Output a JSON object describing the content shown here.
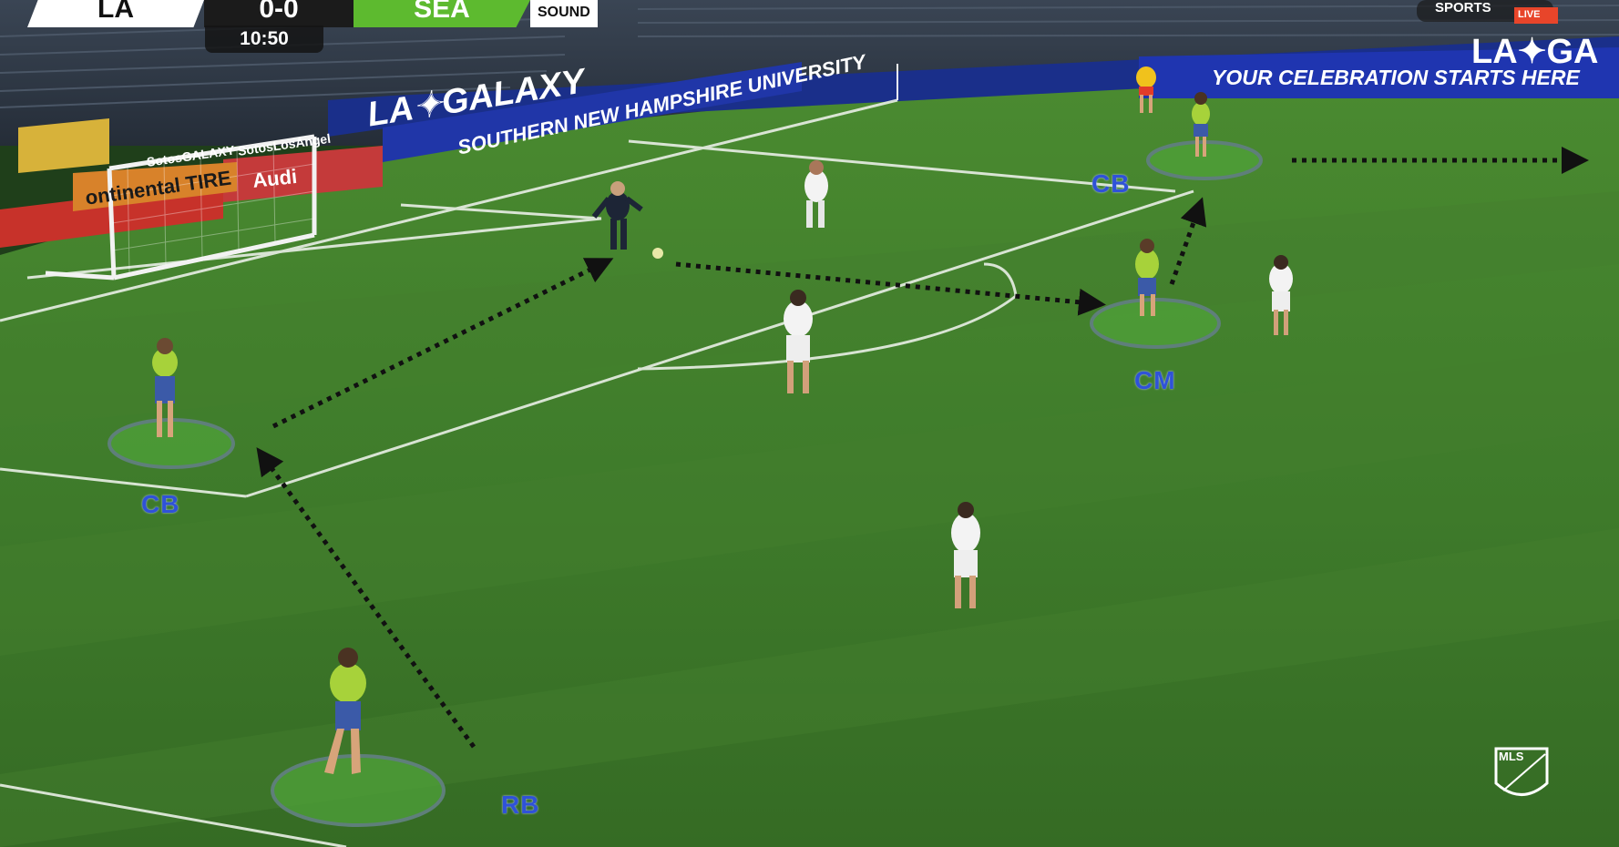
{
  "broadcast": {
    "home_team": "LA",
    "score": "0-0",
    "away_team": "SEA",
    "sponsor_badge": "SOUND",
    "clock": "10:50",
    "tv_logo": "SPORTS",
    "live_badge": "LIVE",
    "league_logo": "MLS"
  },
  "stadium_boards": {
    "galaxy_board": "LA✦GALAXY",
    "snhu_board": "SOUTHERN NEW HAMPSHIRE UNIVERSITY",
    "celebration_board": "YOUR CELEBRATION STARTS HERE",
    "top_right_board": "LA✦GA",
    "tire_board": "ontinental TIRE",
    "audi_board": "Audi",
    "sotos_board_1": "SotosGALAXY",
    "sotos_board_2": "SotosLosAngel"
  },
  "annotations": [
    {
      "label": "CB",
      "color": "#2f52d8"
    },
    {
      "label": "CM",
      "color": "#2f52d8"
    },
    {
      "label": "CB",
      "color": "#2f52d8"
    },
    {
      "label": "RB",
      "color": "#2f52d8"
    }
  ],
  "colors": {
    "pitch": "#3f7a2c",
    "seattle_kit": "#a7d23a",
    "la_kit": "#f3f3f3",
    "highlight_ring": "#4a9b36",
    "arrow": "#111111"
  }
}
